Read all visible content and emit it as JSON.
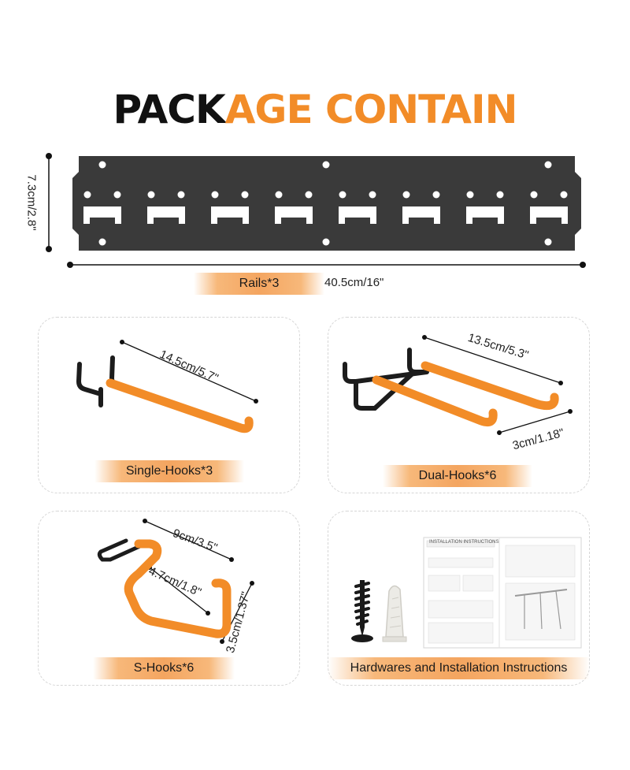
{
  "title": {
    "part1": "PACK",
    "part2": "AGE CONTAIN"
  },
  "rail": {
    "label": "Rails*3",
    "height_dim": "7.3cm/2.8\"",
    "width_dim": "40.5cm/16\""
  },
  "single_hook": {
    "label": "Single-Hooks*3",
    "length_dim": "14.5cm/5.7\""
  },
  "dual_hook": {
    "label": "Dual-Hooks*6",
    "length_dim": "13.5cm/5.3\"",
    "gap_dim": "3cm/1.18\""
  },
  "s_hook": {
    "label": "S-Hooks*6",
    "width_dim": "9cm/3.5\"",
    "inner_dim": "4.7cm/1.8\"",
    "height_dim": "3.5cm/1.37\""
  },
  "hardware": {
    "label": "Hardwares and Installation Instructions",
    "sheet_heading": "INSTALLATION INSTRUCTIONS"
  },
  "colors": {
    "orange": "#f28c28",
    "rail": "#3a3a3a",
    "dark": "#111111"
  }
}
